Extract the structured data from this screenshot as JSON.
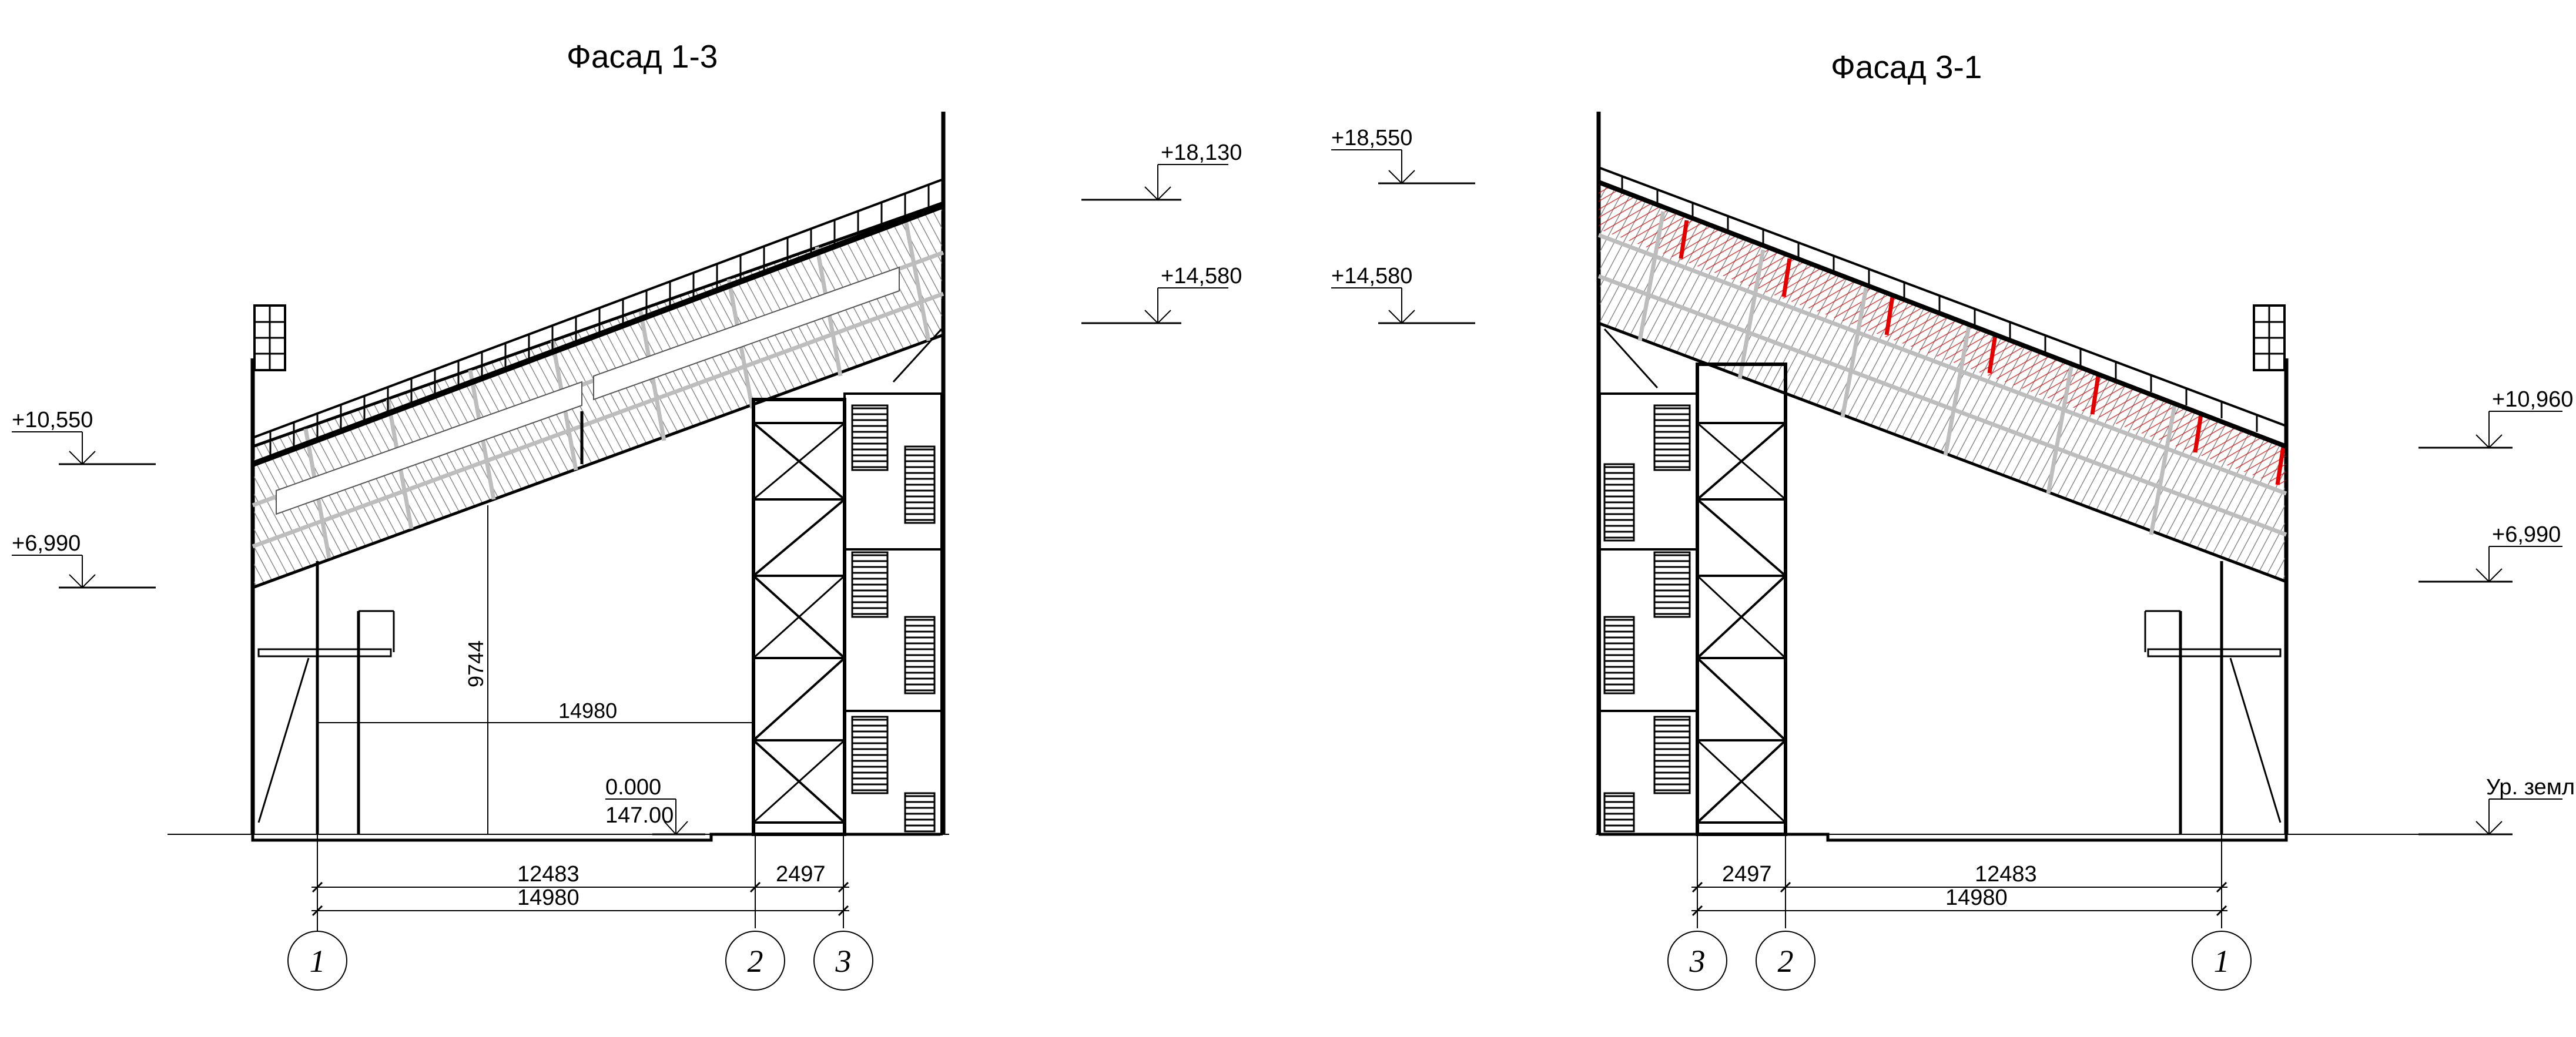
{
  "facades": [
    {
      "title": "Фасад 1-3",
      "level_marks": [
        "+10,550",
        "+6,990"
      ],
      "dims": {
        "width_total": "14980",
        "span_12": "12483",
        "span_23": "2497",
        "height": "9744",
        "inner_width": "14980"
      },
      "zero_mark": "0.000",
      "abs_mark": "147.00",
      "axes": [
        "1",
        "2",
        "3"
      ]
    },
    {
      "title": "Фасад 3-1",
      "level_marks": [
        "+10,960",
        "+6,990",
        "Ур. земли"
      ],
      "dims": {
        "width_total": "14980",
        "span_12": "12483",
        "span_23": "2497"
      },
      "axes": [
        "3",
        "2",
        "1"
      ]
    }
  ],
  "center_marks": {
    "left": [
      "+18,130",
      "+14,580"
    ],
    "right": [
      "+18,550",
      "+14,580"
    ]
  },
  "colors": {
    "line": "#000000",
    "hatch": "#8a8a8a",
    "accent_red": "#e00000",
    "background": "#ffffff"
  }
}
